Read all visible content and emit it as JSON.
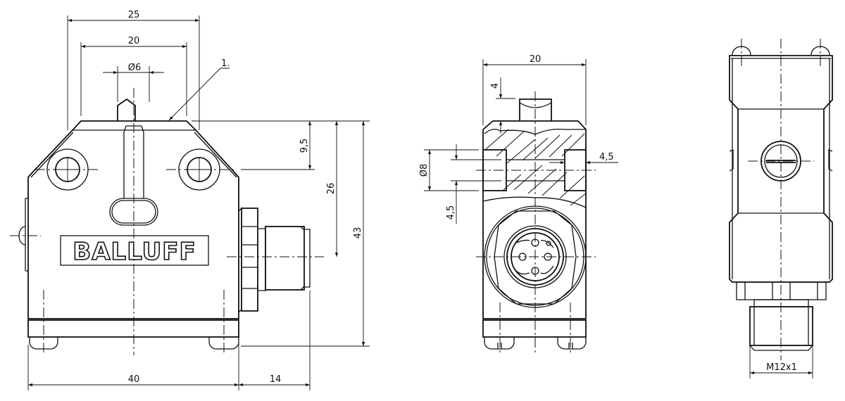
{
  "drawing": {
    "brand_label": "BALLUFF",
    "colors": {
      "line": "#111111",
      "background": "#ffffff"
    },
    "views": {
      "front": {
        "dimensions": {
          "overall_width_top": "25",
          "hole_spacing": "20",
          "plunger_diameter": "Ø6",
          "callout": "1.",
          "top_to_holes": "9,5",
          "top_to_connector_axis": "26",
          "overall_height": "43",
          "body_width": "40",
          "connector_length": "14"
        }
      },
      "side_section": {
        "dimensions": {
          "width": "20",
          "plunger_height": "4",
          "hole_diameter": "Ø8",
          "counterbore_depth_left": "4,5",
          "counterbore_depth_right": "4,5"
        }
      },
      "rear": {
        "dimensions": {
          "thread": "M12x1"
        }
      }
    }
  }
}
